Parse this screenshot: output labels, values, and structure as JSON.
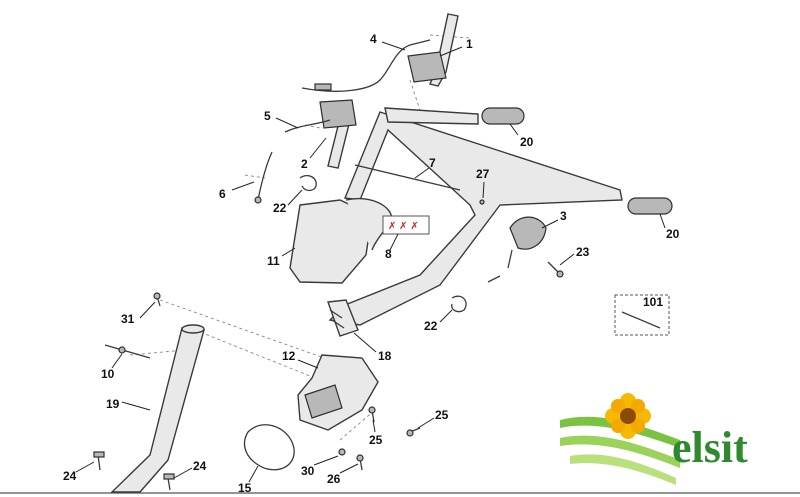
{
  "diagram": {
    "labels": {
      "p1": "1",
      "p2": "2",
      "p3": "3",
      "p4": "4",
      "p5": "5",
      "p6": "6",
      "p7": "7",
      "p8": "8",
      "p10": "10",
      "p11": "11",
      "p12": "12",
      "p15": "15",
      "p18": "18",
      "p19": "19",
      "p20a": "20",
      "p20b": "20",
      "p22a": "22",
      "p22b": "22",
      "p23": "23",
      "p24a": "24",
      "p24b": "24",
      "p25a": "25",
      "p25b": "25",
      "p26": "26",
      "p27": "27",
      "p30": "30",
      "p31": "31",
      "p101": "101"
    }
  },
  "logo": {
    "text": "elsit",
    "colors": {
      "text": "#2e8a2e",
      "sunflower": "#f2a900",
      "sunflower_center": "#8a4b08",
      "stripe": "#7cc242"
    }
  }
}
